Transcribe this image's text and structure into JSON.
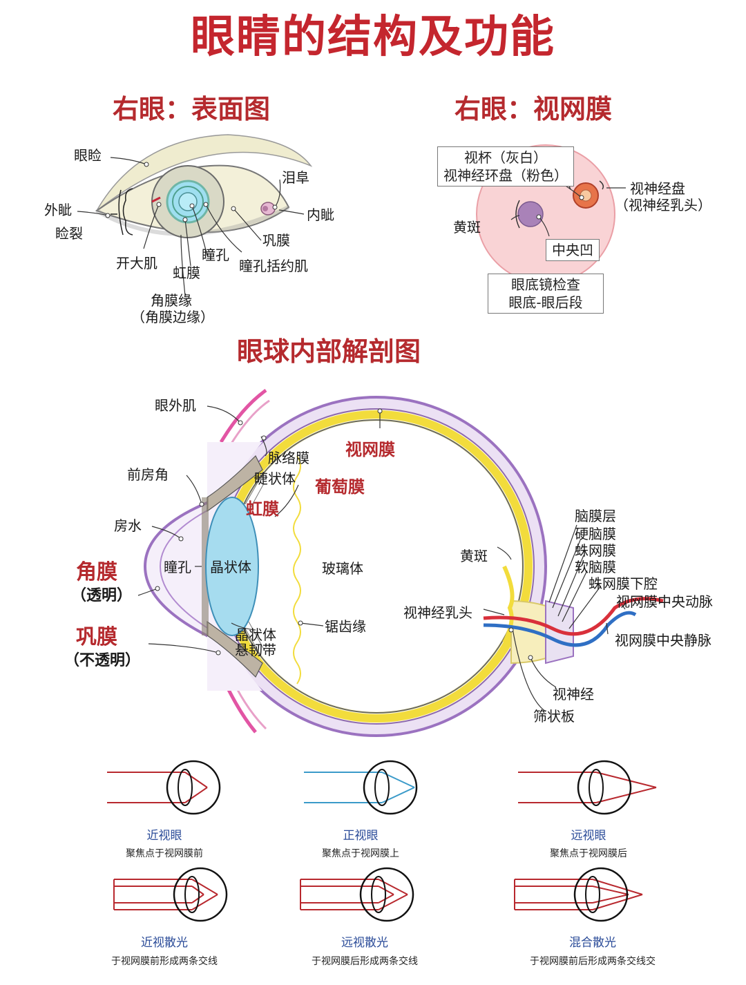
{
  "title": "眼睛的结构及功能",
  "surface": {
    "heading": "右眼：表面图",
    "labels": {
      "eyelid": "眼睑",
      "outer_canthus": "外眦",
      "palpebral_fissure": "睑裂",
      "dilator": "开大肌",
      "iris": "虹膜",
      "pupil": "瞳孔",
      "sphincter": "瞳孔括约肌",
      "limbus": "角膜缘",
      "limbus_alt": "（角膜边缘）",
      "lacrimal_caruncle": "泪阜",
      "inner_canthus": "内眦",
      "sclera": "巩膜"
    }
  },
  "retina_view": {
    "heading": "右眼：视网膜",
    "labels": {
      "cup_line1": "视杯（灰白）",
      "cup_line2": "视神经环盘（粉色）",
      "disc": "视神经盘",
      "disc_alt": "（视神经乳头）",
      "macula": "黄斑",
      "fovea": "中央凹",
      "exam_line1": "眼底镜检查",
      "exam_line2": "眼底-眼后段"
    }
  },
  "anatomy": {
    "heading": "眼球内部解剖图",
    "labels": {
      "eom": "眼外肌",
      "retina": "视网膜",
      "choroid": "脉络膜",
      "ciliary": "睫状体",
      "uvea": "葡萄膜",
      "iris": "虹膜",
      "angle": "前房角",
      "aqueous": "房水",
      "pupil": "瞳孔",
      "lens": "晶状体",
      "vitreous": "玻璃体",
      "ora": "锯齿缘",
      "zonule1": "晶状体",
      "zonule2": "悬韧带",
      "cornea": "角膜",
      "cornea_note": "（透明）",
      "sclera": "巩膜",
      "sclera_note": "（不透明）",
      "macula": "黄斑",
      "papilla": "视神经乳头",
      "meninges": "脑膜层",
      "dura": "硬脑膜",
      "arachnoid": "蛛网膜",
      "pia": "软脑膜",
      "subarachnoid": "蛛网膜下腔",
      "cra": "视网膜中央动脉",
      "crv": "视网膜中央静脉",
      "optic_nerve": "视神经",
      "lamina": "筛状板"
    }
  },
  "refraction": [
    {
      "name": "近视眼",
      "desc": "聚焦点于视网膜前"
    },
    {
      "name": "正视眼",
      "desc": "聚焦点于视网膜上"
    },
    {
      "name": "远视眼",
      "desc": "聚焦点于视网膜后"
    },
    {
      "name": "近视散光",
      "desc": "于视网膜前形成两条交线"
    },
    {
      "name": "远视散光",
      "desc": "于视网膜后形成两条交线"
    },
    {
      "name": "混合散光",
      "desc": "于视网膜前后形成两条交线交"
    }
  ],
  "colors": {
    "title_red": "#c4262e",
    "sclera_purple": "#c7a8e0",
    "retina_yellow": "#f2dc3c",
    "lens_blue": "#a6dcef",
    "artery_red": "#d9303b",
    "vein_blue": "#2f6fc4",
    "ray_red": "#b8282e",
    "ray_blue": "#3a9ac9"
  }
}
